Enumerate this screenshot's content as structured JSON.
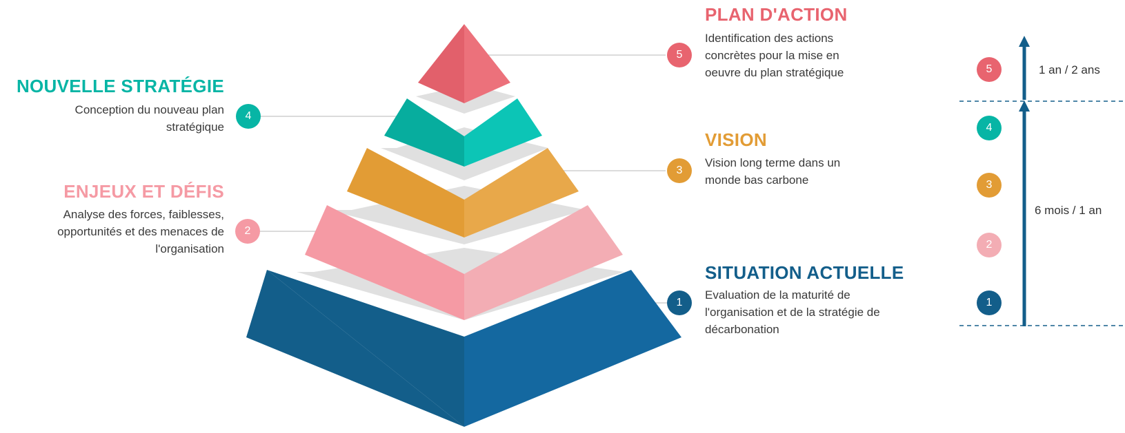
{
  "colors": {
    "level1": "#135e8a",
    "level2": "#f59aa4",
    "level3": "#e29c35",
    "level4": "#07b5a5",
    "level5": "#e8646f",
    "gap": "#e0e0e0",
    "connector": "#cfcfcf",
    "timeline": "#135e8a"
  },
  "levels": [
    {
      "number": "1",
      "title": "SITUATION ACTUELLE",
      "desc_lines": [
        "Evaluation de la maturité de",
        "l'organisation et de la stratégie de",
        "décarbonation"
      ]
    },
    {
      "number": "2",
      "title": "ENJEUX ET DÉFIS",
      "desc_lines": [
        "Analyse des forces, faiblesses,",
        "opportunités et des menaces de",
        "l'organisation"
      ]
    },
    {
      "number": "3",
      "title": "VISION",
      "desc_lines": [
        "Vision long terme dans un",
        "monde bas carbone"
      ]
    },
    {
      "number": "4",
      "title": "NOUVELLE STRATÉGIE",
      "desc_lines": [
        "Conception du nouveau plan",
        "stratégique"
      ]
    },
    {
      "number": "5",
      "title": "PLAN D'ACTION",
      "desc_lines": [
        "Identification des actions",
        "concrètes pour la mise en",
        "oeuvre du plan stratégique"
      ]
    }
  ],
  "timeline": {
    "upper_label": "1 an / 2 ans",
    "lower_label": "6 mois / 1 an"
  }
}
